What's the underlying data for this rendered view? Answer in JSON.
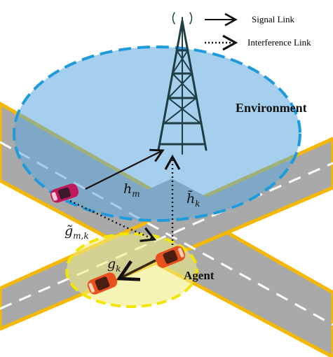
{
  "legend": {
    "signal_link": "Signal Link",
    "interference_link": "Interference Link"
  },
  "labels": {
    "environment": "Environment",
    "agent": "Agent"
  },
  "channels": {
    "h_m": {
      "base": "h",
      "sub": "m"
    },
    "h_k": {
      "base": "h̃",
      "sub": "k"
    },
    "g_mk": {
      "base": "g̃",
      "sub": "m,k"
    },
    "g_k": {
      "base": "g",
      "sub": "k"
    }
  },
  "colors": {
    "road": "#a9a9a9",
    "road_edge": "#f5b800",
    "lane_marking": "#ffffff",
    "environment_fill": "#5ba8dc",
    "environment_border": "#1e9bdc",
    "agent_fill": "#f0ec82",
    "agent_border": "#f2e600",
    "tower": "#1e3d45",
    "car_red": "#e8501e",
    "car_pink": "#c2185b"
  },
  "icons": [
    "tower-icon",
    "car-icon"
  ]
}
